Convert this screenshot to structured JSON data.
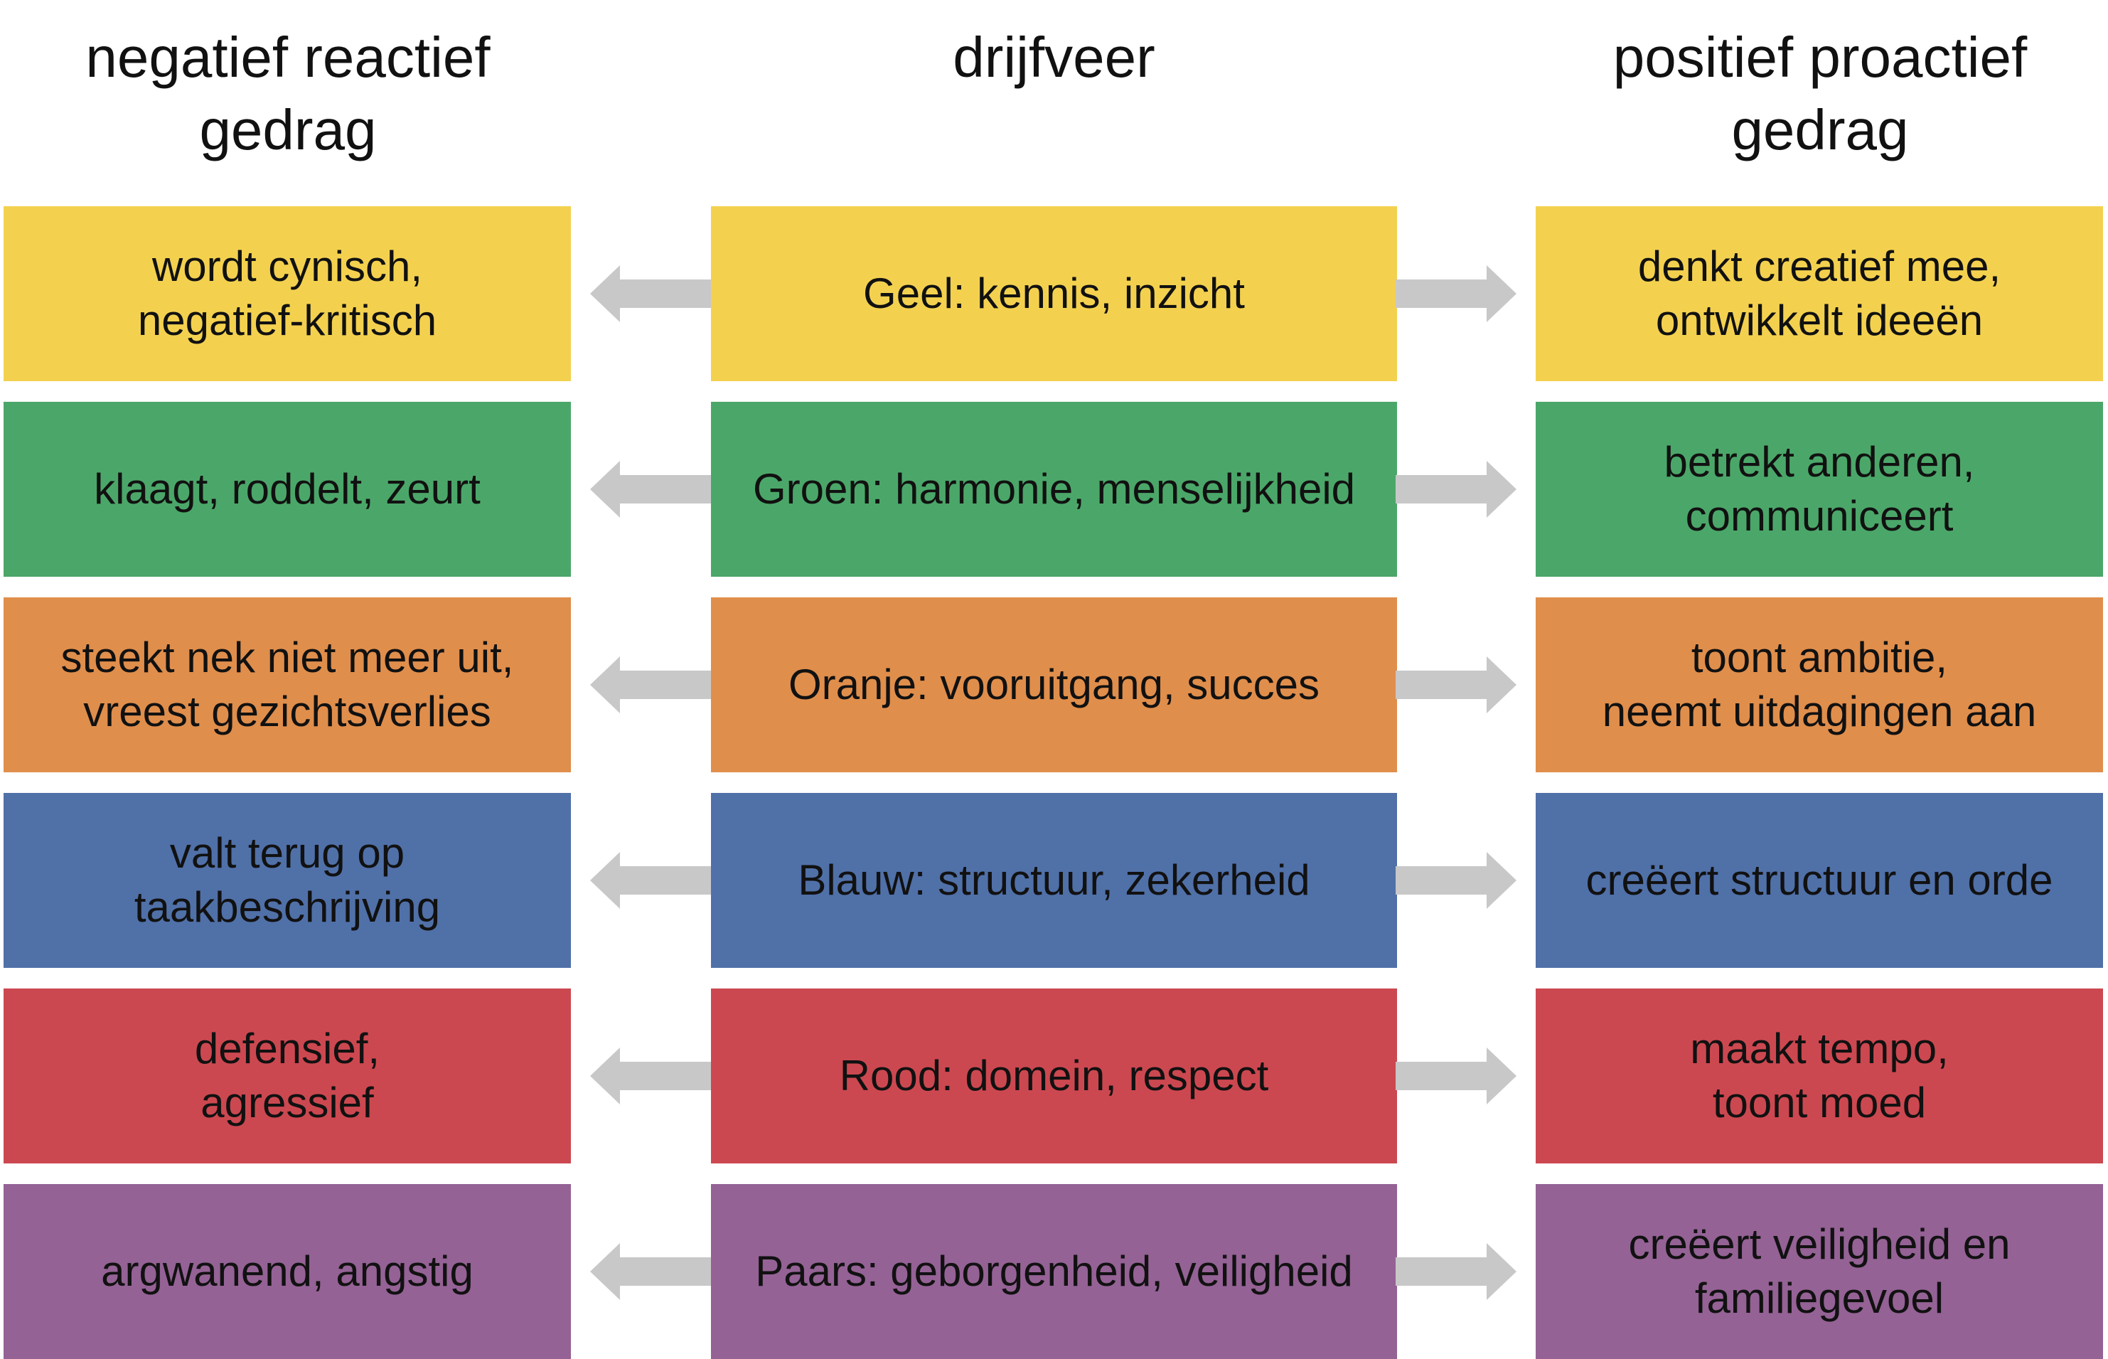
{
  "headers": {
    "left": "negatief reactief\ngedrag",
    "middle": "drijfveer",
    "right": "positief proactief\ngedrag"
  },
  "rows": [
    {
      "color": "#F3D14F",
      "negative": "wordt cynisch,\nnegatief-kritisch",
      "drive": "Geel: kennis, inzicht",
      "positive": "denkt creatief mee,\nontwikkelt ideeën"
    },
    {
      "color": "#4BA769",
      "negative": "klaagt, roddelt, zeurt",
      "drive": "Groen: harmonie, menselijkheid",
      "positive": "betrekt anderen,\ncommuniceert"
    },
    {
      "color": "#E08E4C",
      "negative": "steekt nek niet meer uit,\nvreest gezichtsverlies",
      "drive": "Oranje: vooruitgang, succes",
      "positive": "toont ambitie,\nneemt uitdagingen aan"
    },
    {
      "color": "#5070A8",
      "negative": "valt terug op\ntaakbeschrijving",
      "drive": "Blauw: structuur, zekerheid",
      "positive": "creëert structuur en orde"
    },
    {
      "color": "#CC4850",
      "negative": "defensief,\nagressief",
      "drive": "Rood: domein, respect",
      "positive": "maakt tempo,\ntoont moed"
    },
    {
      "color": "#946295",
      "negative": "argwanend, angstig",
      "drive": "Paars: geborgenheid, veiligheid",
      "positive": "creëert veiligheid en\nfamiliegevoel"
    }
  ],
  "arrow_color": "#C8C8C8"
}
